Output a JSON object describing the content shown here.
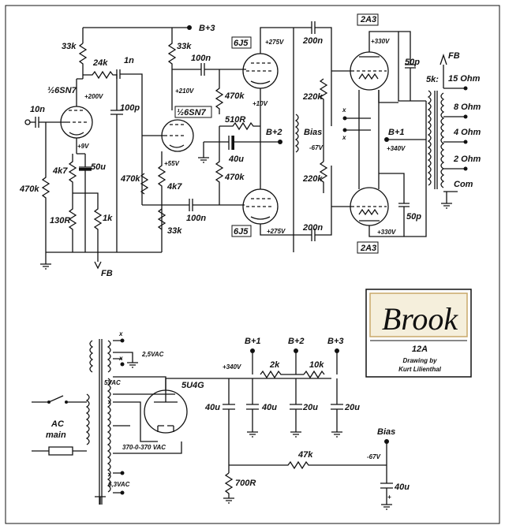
{
  "rails": {
    "b3": "B+3",
    "b2": "B+2",
    "b1": "B+1",
    "fb": "FB",
    "bias": "Bias"
  },
  "tubes": {
    "v1": "½6SN7",
    "v2": "½6SN7",
    "v3": "6J5",
    "v4": "6J5",
    "v5": "2A3",
    "v6": "2A3",
    "rect": "5U4G"
  },
  "amp": {
    "r33k_a": "33k",
    "r24k": "24k",
    "c1n": "1n",
    "c10n": "10n",
    "v200": "+200V",
    "c100p": "100p",
    "r470k_in": "470k",
    "v9": "+9V",
    "r4k7_a": "4k7",
    "c50u": "50u",
    "r130": "130R",
    "r1k": "1k",
    "r33k_b": "33k",
    "c100n_a": "100n",
    "v210": "+210V",
    "v55": "+55V",
    "r470k_b": "470k",
    "r4k7_b": "4k7",
    "r33k_c": "33k",
    "c100n_b": "100n",
    "r470k_c": "470k",
    "r510": "510R",
    "c40u_a": "40u",
    "r470k_d": "470k",
    "v275_a": "+275V",
    "v10": "+10V",
    "v275_b": "+275V",
    "c200n_a": "200n",
    "c200n_b": "200n",
    "r220k_a": "220k",
    "r220k_b": "220k",
    "vm67": "-67V",
    "x1": "x",
    "x2": "x",
    "v330_a": "+330V",
    "v330_b": "+330V",
    "c50p_a": "50p",
    "c50p_b": "50p",
    "v340": "+340V",
    "otl": "5k:",
    "o15": "15 Ohm",
    "o8": "8 Ohm",
    "o4": "4 Ohm",
    "o2": "2 Ohm",
    "com": "Com"
  },
  "psu": {
    "x1": "x",
    "x2": "x",
    "v25": "2,5VAC",
    "v5": "5VAC",
    "v63": "6,3VAC",
    "hv": "370-0-370 VAC",
    "ac1": "AC",
    "ac2": "main",
    "v340": "+340V",
    "r2k": "2k",
    "r10k": "10k",
    "c40u_a": "40u",
    "c40u_b": "40u",
    "c20u_a": "20u",
    "c20u_b": "20u",
    "r700": "700R",
    "r47k": "47k",
    "vm67": "-67V",
    "c40u_c": "40u",
    "plus": "+"
  },
  "titleblock": {
    "brand": "Brook",
    "model": "12A",
    "credit1": "Drawing by",
    "credit2": "Kurt Lilienthal"
  },
  "colors": {
    "ink": "#111111",
    "plate_bg": "#f5efdc",
    "plate_border": "#c9a96a"
  }
}
